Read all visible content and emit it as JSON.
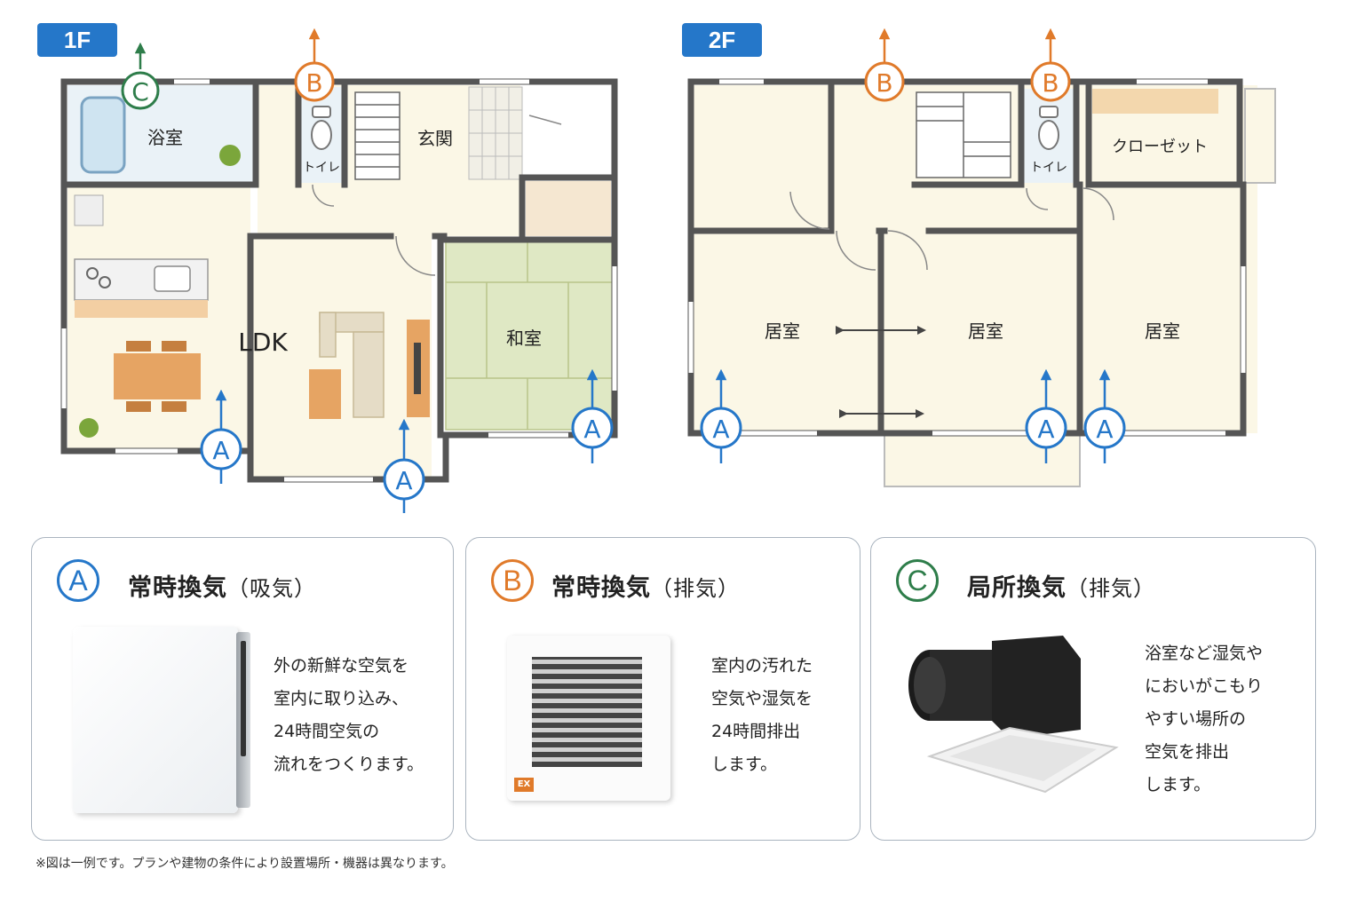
{
  "floors": {
    "first": {
      "label": "1F",
      "rooms": {
        "bath": "浴室",
        "toilet": "トイレ",
        "entrance": "玄関",
        "ldk": "LDK",
        "washitsu": "和室"
      }
    },
    "second": {
      "label": "2F",
      "rooms": {
        "toilet": "トイレ",
        "closet": "クローゼット",
        "room1": "居室",
        "room2": "居室",
        "room3": "居室"
      }
    }
  },
  "markers": {
    "a": "A",
    "b": "B",
    "c": "C"
  },
  "colors": {
    "blue": "#2577c9",
    "orange": "#e07a2a",
    "green": "#2e7d4a",
    "wall": "#555555",
    "floor": "#fbf7e6",
    "tatami": "#dfe8c4"
  },
  "cards": [
    {
      "letter": "A",
      "title": "常時換気",
      "paren": "（吸気）",
      "desc": "外の新鮮な空気を\n室内に取り込み、\n24時間空気の\n流れをつくります。",
      "icon": "wall-air-intake-unit"
    },
    {
      "letter": "B",
      "title": "常時換気",
      "paren": "（排気）",
      "desc": "室内の汚れた\n空気や湿気を\n24時間排出\nします。",
      "icon": "wall-exhaust-fan",
      "brand": "EX"
    },
    {
      "letter": "C",
      "title": "局所換気",
      "paren": "（排気）",
      "desc": "浴室など湿気や\nにおいがこもり\nやすい場所の\n空気を排出\nします。",
      "icon": "ceiling-exhaust-fan"
    }
  ],
  "footnote": "※図は一例です。プランや建物の条件により設置場所・機器は異なります。"
}
